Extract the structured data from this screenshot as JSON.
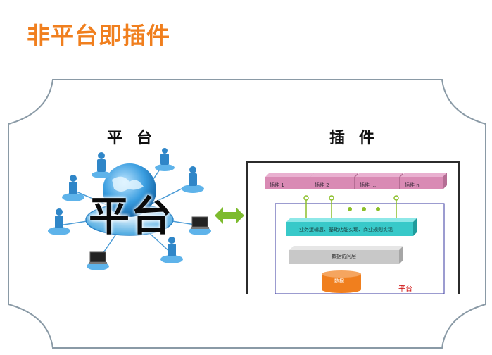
{
  "title": "非平台即插件",
  "labels": {
    "platform": "平台",
    "plugin": "插件"
  },
  "platform_figure": {
    "big_text": "平台"
  },
  "plugin_diagram": {
    "plugins": [
      "插件 1",
      "插件 2",
      "插件 …",
      "插件 n"
    ],
    "business_layer": "业务逻辑层、基础功能实现、商业规则实现",
    "data_access_layer": "数据访问层",
    "database": "数据",
    "platform_tag": "平台"
  },
  "colors": {
    "title": "#f07f1e",
    "arrow": "#7dbb2e",
    "plugin_block": "#d98ab4",
    "business_block": "#38c9c9",
    "data_block": "#c8c8c8",
    "database": "#f07f1e",
    "frame_border": "#8a9aa6"
  }
}
